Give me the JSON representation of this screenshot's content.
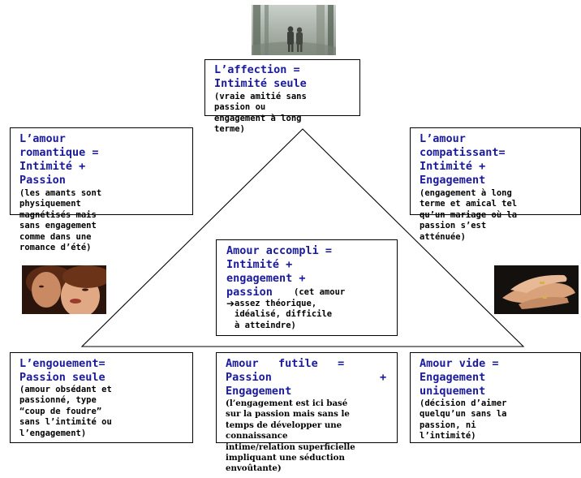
{
  "colors": {
    "title": "#1a1a9c",
    "text": "#000000",
    "line": "#000000"
  },
  "images": {
    "top": "couple-walking-in-fog-photo",
    "left": "romantic-couple-photo",
    "right": "holding-hands-photo"
  },
  "top": {
    "title": "L’affection =\nIntimité seule",
    "desc": "(vraie amitié sans\npassion ou\nengagement à long\nterme)"
  },
  "romantic": {
    "title": "L’amour\nromantique =\nIntimité +\nPassion",
    "desc": "(les amants sont\nphysiquement\nmagnétisés mais\nsans engagement\ncomme dans une\nromance d’été)"
  },
  "compassionate": {
    "title": "L’amour\ncompatissant=\nIntimité +\nEngagement",
    "desc": "(engagement à long\nterme et amical tel\nqu’un mariage où la\npassion s’est\natténuée)"
  },
  "consummate": {
    "title": "Amour accompli =\nIntimité +\nengagement +\npassion",
    "desc_inline": " (cet amour",
    "arrow": "➔",
    "desc": " assez théorique,\nidéalisé, difficile\nà atteindre)"
  },
  "infatuation": {
    "title": "L’engouement=\nPassion seule",
    "desc": "(amour obsédant et\npassionné, type\n“coup de foudre”\nsans l’intimité ou\nl’engagement)"
  },
  "fatuous": {
    "title_line1": "Amour   futile   =",
    "title_line2_left": "Passion",
    "title_line2_right": "+",
    "title_line3": "Engagement",
    "desc": "(l’engagement est ici basé\nsur la passion mais sans le\ntemps de développer une\nconnaissance\nintime/relation superficielle\nimpliquant une séduction\nenvoûtante)"
  },
  "empty": {
    "title": "Amour vide =\nEngagement\nuniquement",
    "desc": "(décision d’aimer\nquelqu’un sans la\npassion, ni\nl’intimité)"
  }
}
